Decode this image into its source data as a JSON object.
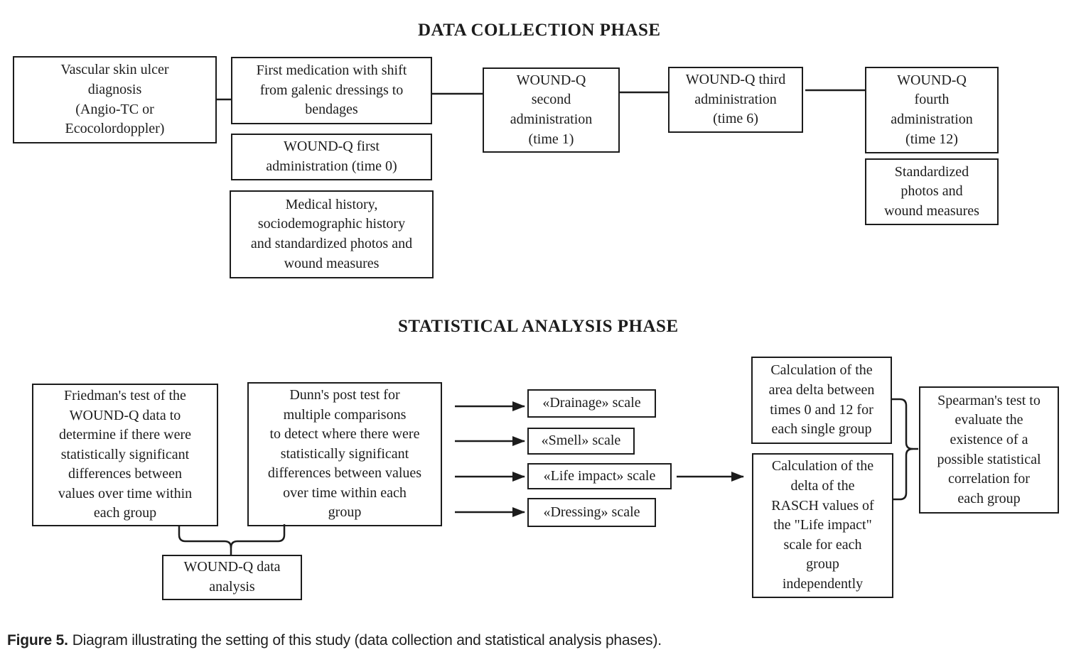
{
  "page": {
    "background_color": "#ffffff",
    "ink_color": "#1c1c1c"
  },
  "data_collection_phase": {
    "title": "DATA COLLECTION PHASE",
    "boxes": {
      "vascular_diagnosis": "Vascular skin ulcer\ndiagnosis\n(Angio-TC or\nEcocolordoppler)",
      "first_medication": "First medication with shift\nfrom galenic dressings to\nbendages",
      "woundq_first": "WOUND-Q first\nadministration (time 0)",
      "medical_history": "Medical history,\nsociodemographic history\nand standardized photos and\nwound measures",
      "woundq_second": "WOUND-Q\nsecond\nadministration\n(time 1)",
      "woundq_third": "WOUND-Q third\nadministration\n(time 6)",
      "woundq_fourth": "WOUND-Q\nfourth\nadministration\n(time 12)",
      "standardized_photos": "Standardized\nphotos and\nwound measures"
    }
  },
  "statistical_analysis_phase": {
    "title": "STATISTICAL ANALYSIS PHASE",
    "boxes": {
      "friedman_test": "Friedman's test of the\nWOUND-Q data to\ndetermine if there were\nstatistically significant\ndifferences between\nvalues over time within\neach group",
      "dunn_post_test": "Dunn's post test for\nmultiple comparisons\nto detect where there were\nstatistically significant\ndifferences between values\nover time within each\ngroup",
      "drainage_scale": "«Drainage» scale",
      "smell_scale": "«Smell» scale",
      "life_impact_scale": "«Life impact» scale",
      "dressing_scale": "«Dressing» scale",
      "area_delta_calculation": "Calculation of the\narea delta between\ntimes 0 and 12 for\neach single group",
      "rasch_delta_calculation": "Calculation of the\ndelta of the\nRASCH values of\nthe \"Life impact\"\nscale for each\ngroup\nindependently",
      "spearman_test": "Spearman's test to\nevaluate the\nexistence of a\npossible statistical\ncorrelation for\neach group",
      "woundq_data_analysis": "WOUND-Q data\nanalysis"
    }
  },
  "figure_caption": {
    "label": "Figure 5.",
    "text": "Diagram illustrating the setting of this study (data collection and statistical analysis phases)."
  }
}
